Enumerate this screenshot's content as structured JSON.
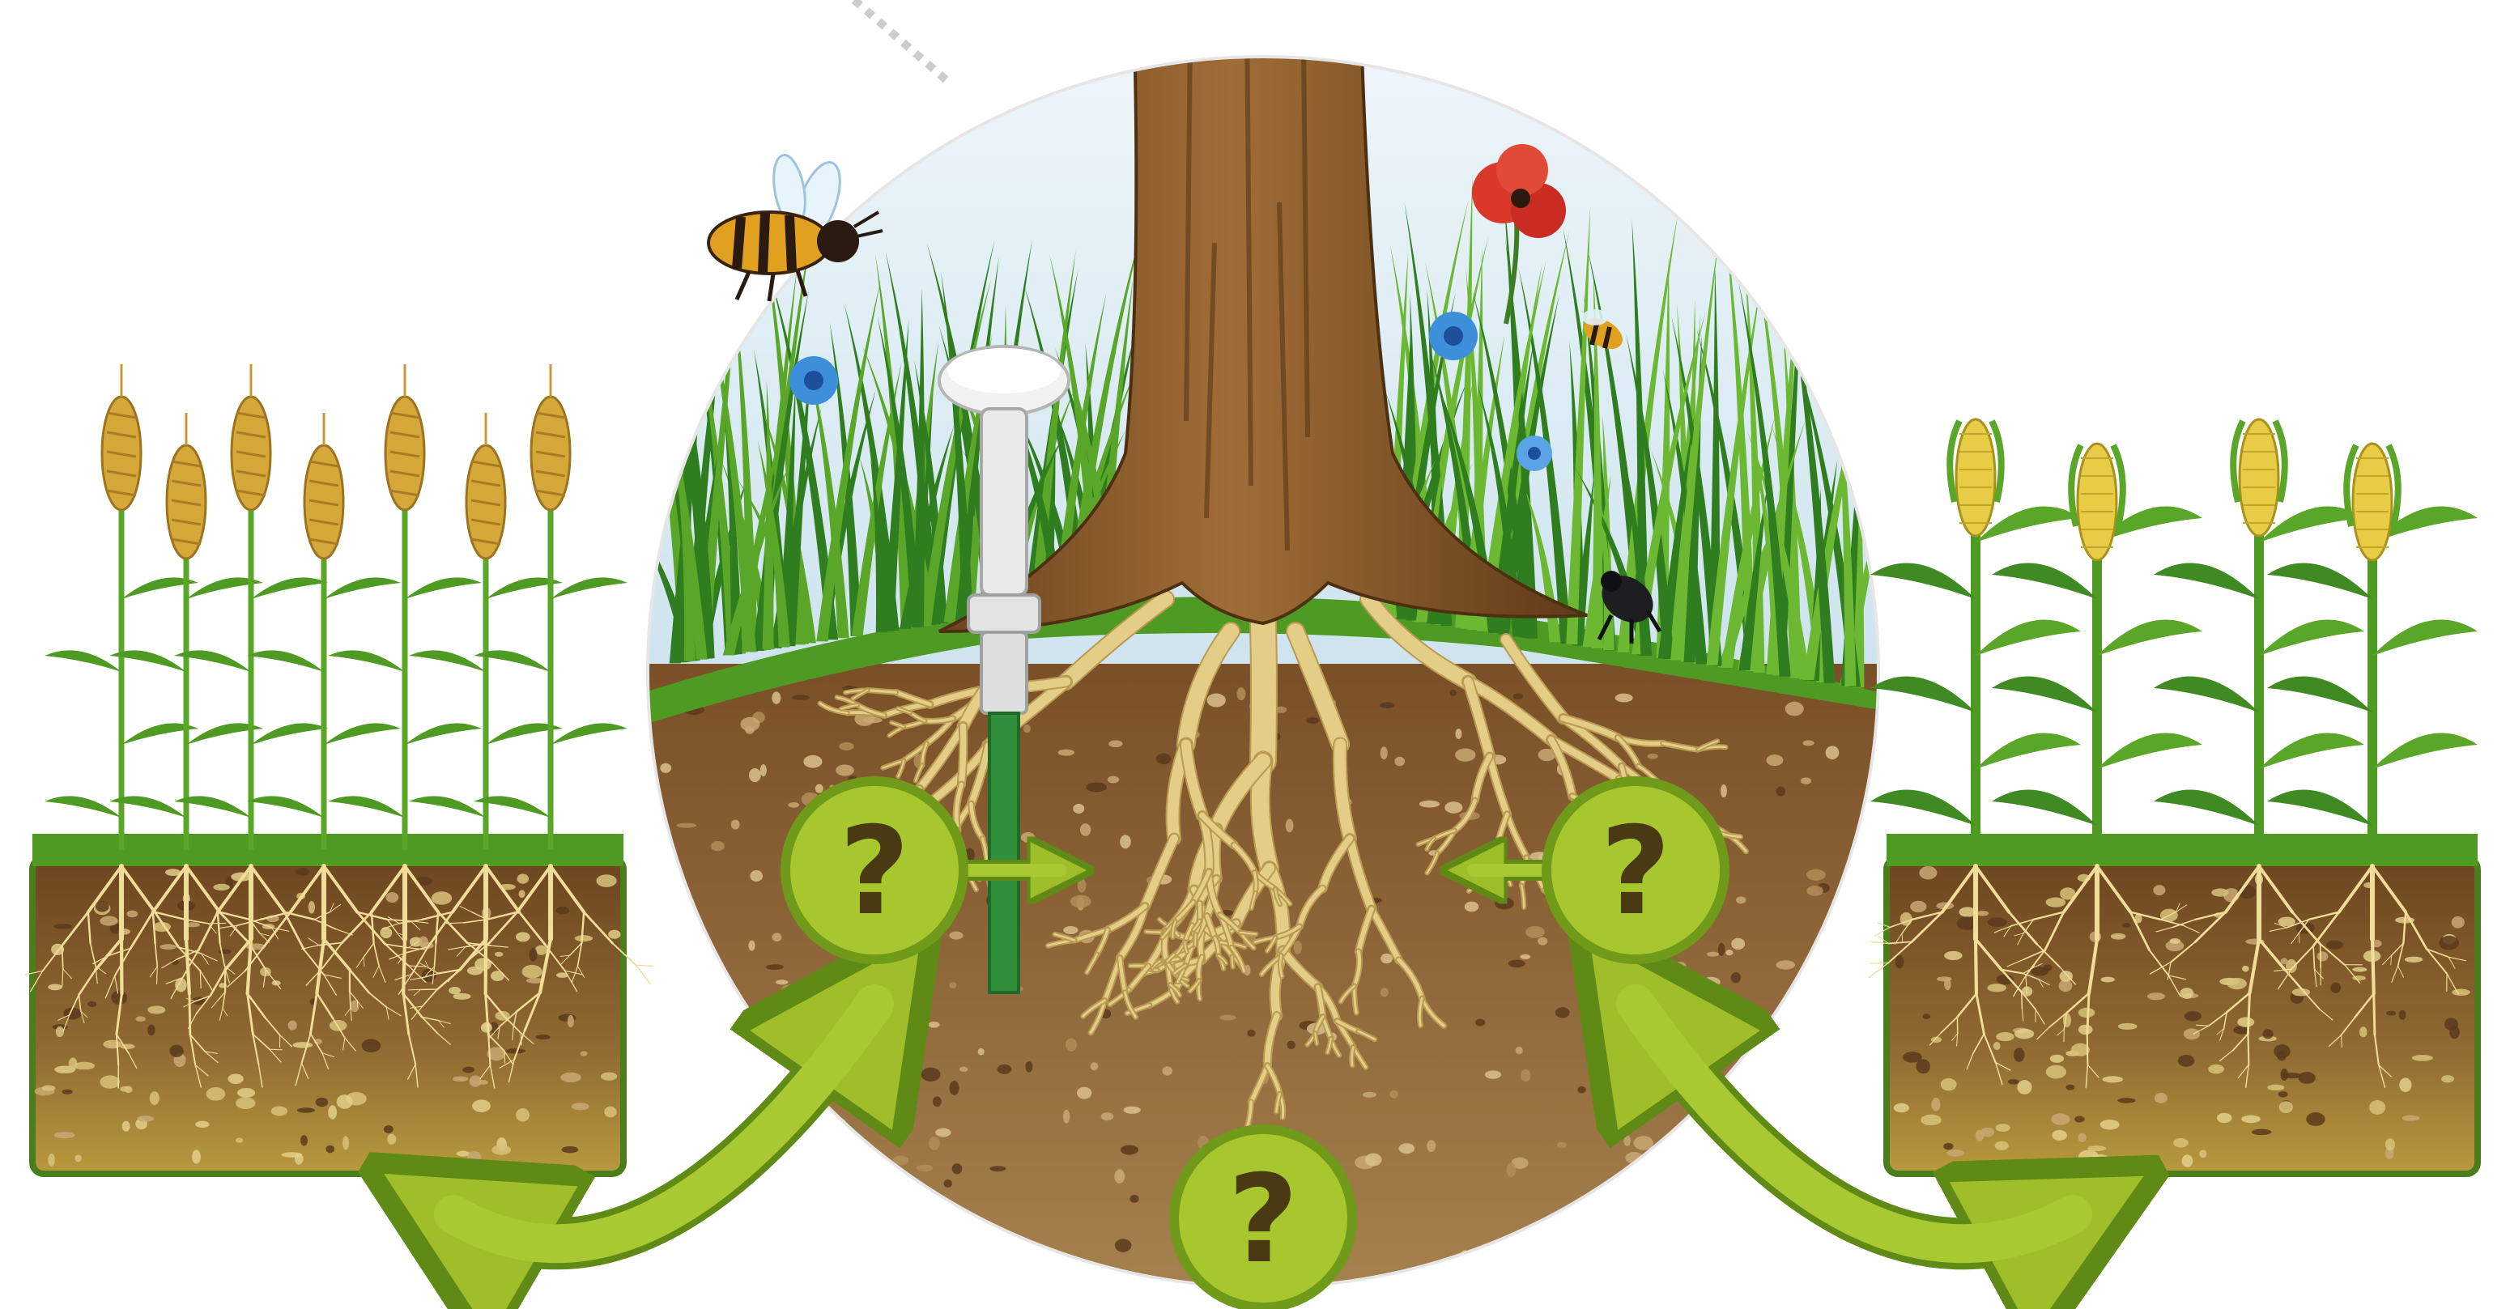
{
  "colors": {
    "background": "#ffffff",
    "sky": "#dcecf4",
    "soil_dark": "#6f4a26",
    "soil_mid": "#8b6236",
    "soil_light": "#a8804b",
    "grass": "#5aa629",
    "grass_dark": "#2f7d1e",
    "trunk": "#8a5a2b",
    "trunk_dark": "#5e3a18",
    "root": "#e4cd86",
    "root_outline": "#b89a52",
    "badge_fill": "#a8c72e",
    "badge_ring": "#6f9a1a",
    "badge_mark": "#4a3a14",
    "arrow": "#9fbe2a",
    "arrow_edge": "#5f8a16",
    "wheat_head": "#d6a83a",
    "corn_cob": "#e8cc46",
    "probe": "#eeeeee",
    "probe_green": "#2f8f3a",
    "poppy": "#d9382b",
    "cornflower": "#3d8fd9",
    "bee_body": "#e0a020"
  },
  "badges": [
    {
      "name": "question-badge-left",
      "label": "?"
    },
    {
      "name": "question-badge-right",
      "label": "?"
    },
    {
      "name": "question-badge-bottom",
      "label": "?"
    }
  ],
  "icons": [
    "wheat-icon",
    "corn-icon",
    "tree-icon",
    "soil-probe-icon",
    "bee-icon",
    "poppy-icon",
    "cornflower-icon",
    "beetle-icon",
    "question-mark-icon",
    "arrow-icon"
  ]
}
